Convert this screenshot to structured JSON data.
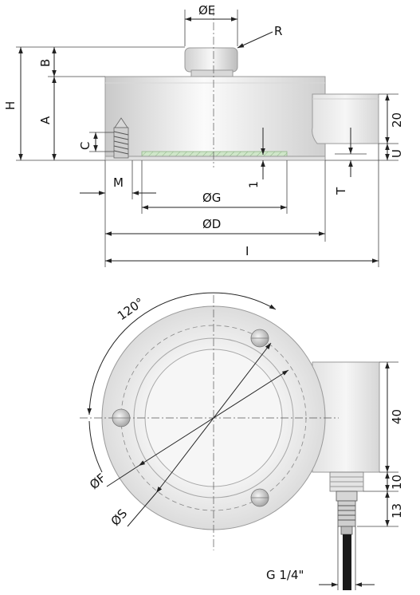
{
  "side_view": {
    "labels": {
      "dia_e": "ØE",
      "r": "R",
      "h": "H",
      "b": "B",
      "a": "A",
      "c": "C",
      "m": "M",
      "dia_g": "ØG",
      "dia_d": "ØD",
      "i": "I",
      "one": "1",
      "t": "T",
      "u": "U",
      "twenty": "20"
    }
  },
  "top_view": {
    "labels": {
      "angle": "120°",
      "dia_f": "ØF",
      "dia_s": "ØS",
      "forty": "40",
      "ten": "10",
      "thirteen": "13",
      "thread": "G 1/4\""
    }
  },
  "colors": {
    "body_light": "#f4f4f4",
    "body_dark": "#c9c9c9",
    "seal_green": "#cfe6c9",
    "line": "#222222",
    "cable": "#1a1a1a"
  }
}
